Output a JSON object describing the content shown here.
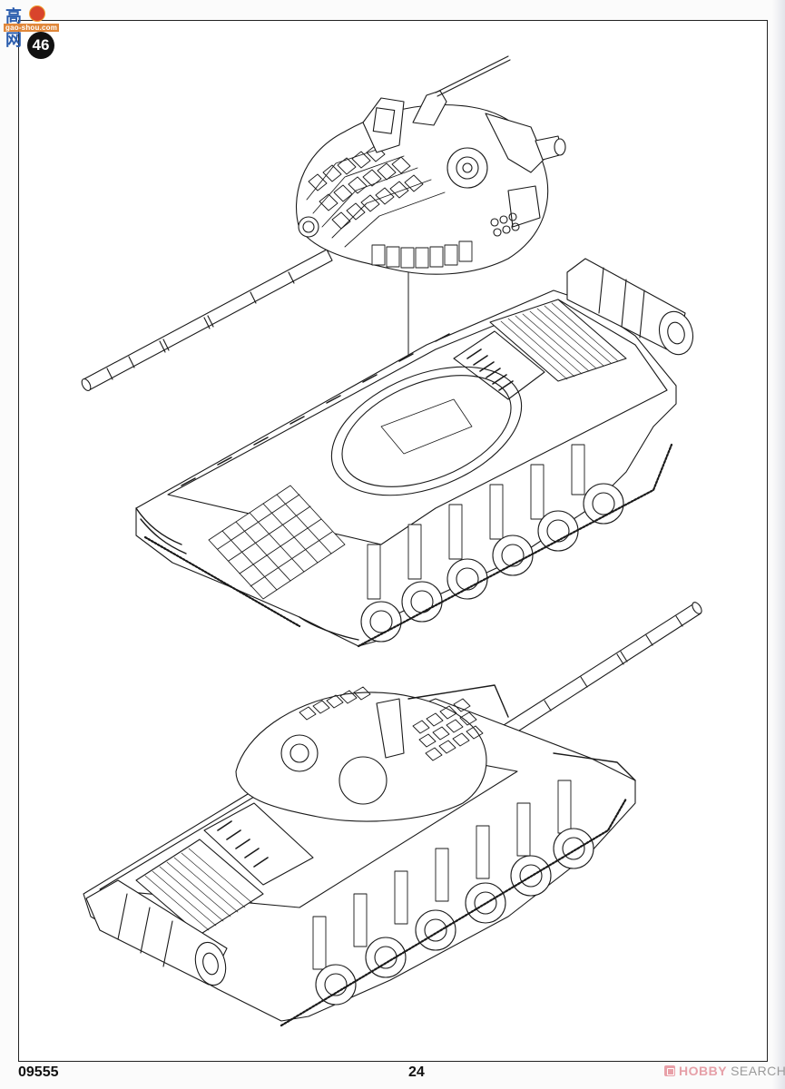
{
  "page": {
    "step_number": "46",
    "product_code": "09555",
    "page_number": "24"
  },
  "watermark": {
    "logo_text": "高 网",
    "url": "gao-shou.com"
  },
  "brand": {
    "hobby": "HOBBY",
    "search": "SEARCH",
    "icon": "hobby-search-logo-icon"
  },
  "illustration": {
    "top_view": "exploded assembly: turret with main gun lowered onto hull turret ring (arrow indicates placement)",
    "bottom_view": "completed tank assembly, rear three-quarter view with turret installed"
  },
  "colors": {
    "line": "#1a1a1a",
    "paper": "#ffffff",
    "badge": "#111111",
    "brand_hobby": "#e6a0a8",
    "brand_search": "#9a9a9a"
  }
}
